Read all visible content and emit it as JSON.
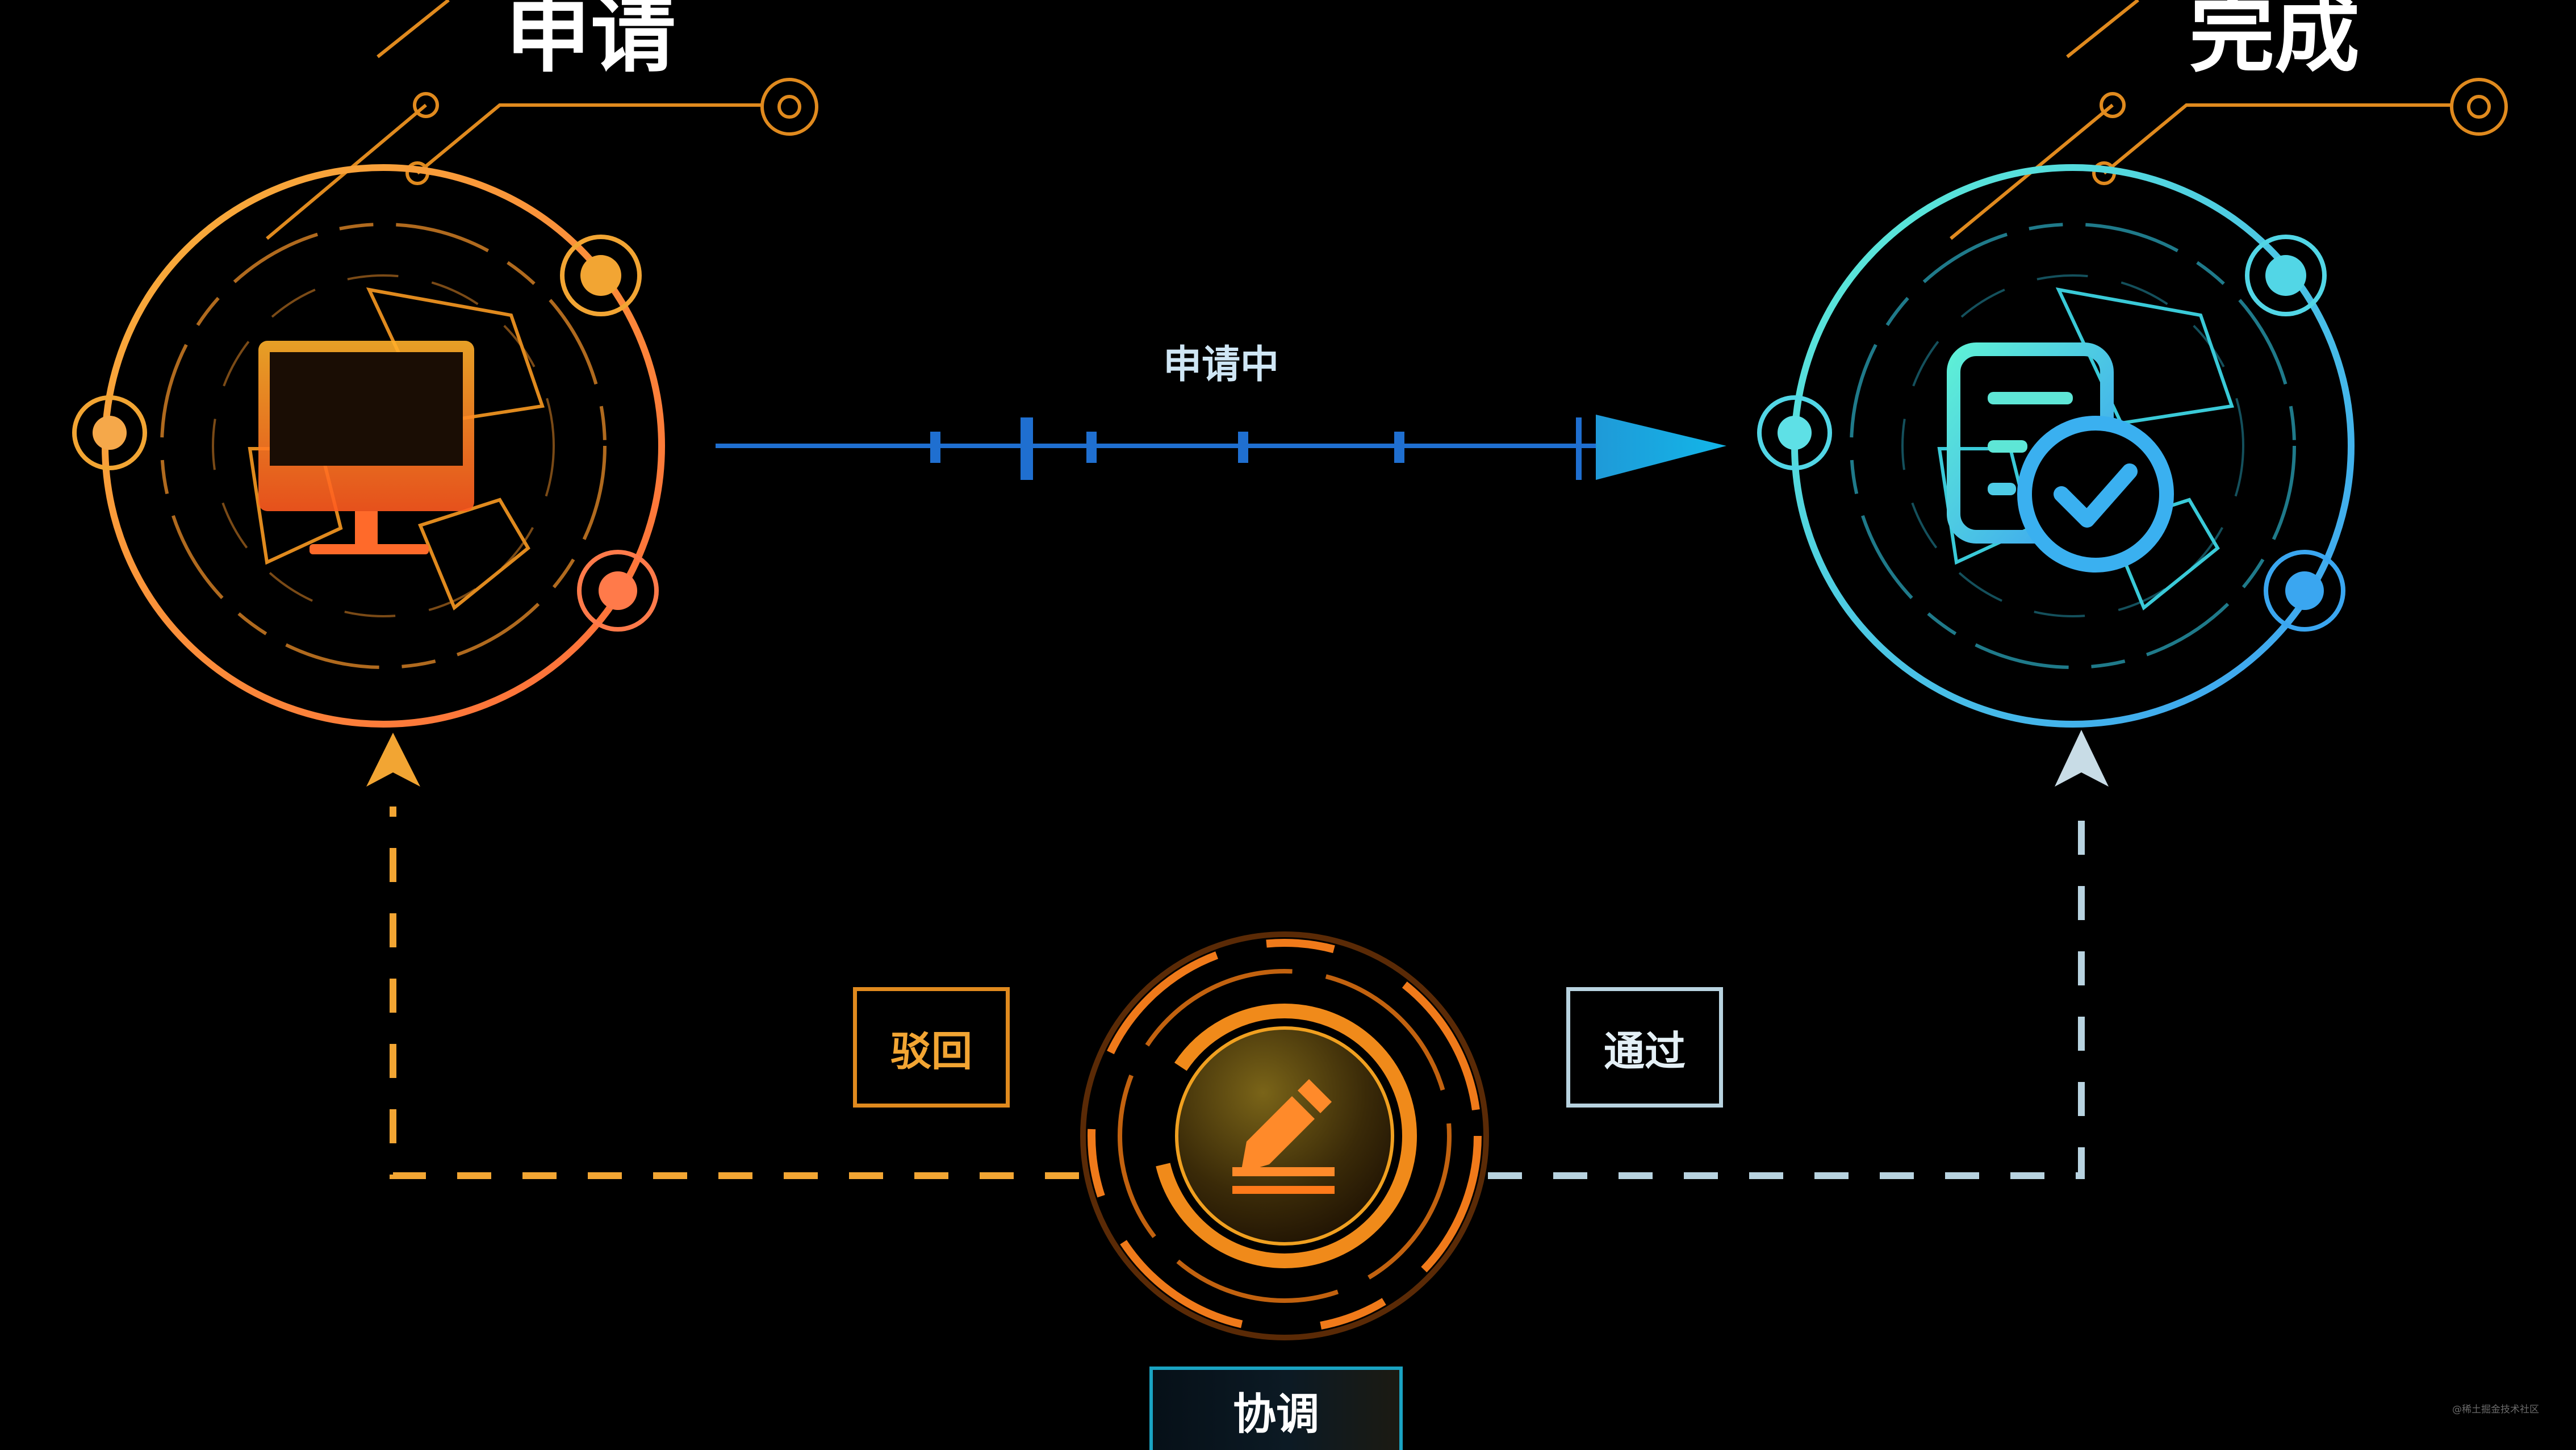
{
  "nodes": {
    "apply": {
      "label": "申请",
      "color_start": "#f3a43a",
      "color_end": "#ff6a3a"
    },
    "done": {
      "label": "完成",
      "color_start": "#52e6d6",
      "color_end": "#3aa6f0"
    },
    "coordinate": {
      "label": "协调",
      "color": "#f08a1a"
    }
  },
  "edges": {
    "applying": {
      "label": "申请中",
      "color": "#1f7fe0"
    },
    "reject": {
      "label": "驳回",
      "color": "#f2a533"
    },
    "pass": {
      "label": "通过",
      "color": "#b8d3e0"
    }
  },
  "icons": {
    "apply": "monitor-icon",
    "done": "document-check-icon",
    "coordinate": "edit-pencil-icon"
  },
  "watermark": "@稀土掘金技术社区"
}
